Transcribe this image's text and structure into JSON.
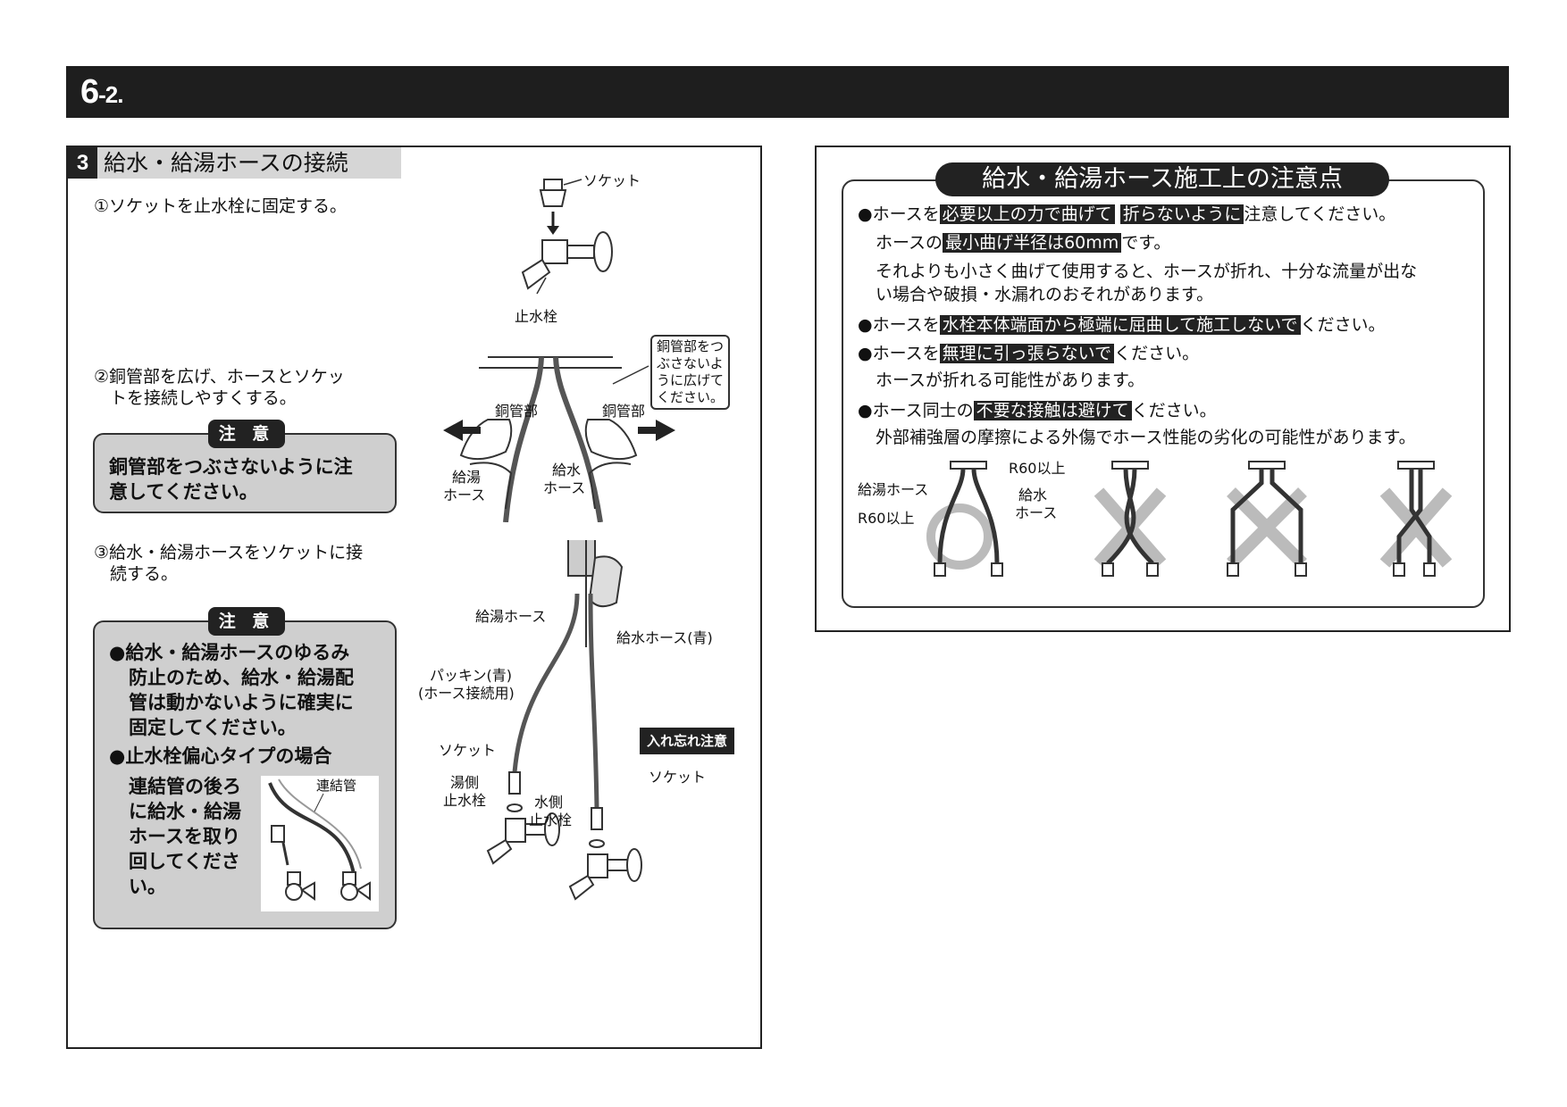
{
  "header": {
    "number": "6",
    "sub": "-2."
  },
  "left": {
    "section_num": "3",
    "section_title": "給水・給湯ホースの接続",
    "step1": "①ソケットを止水栓に固定する。",
    "step2_line1": "②銅管部を広げ、ホースとソケッ",
    "step2_line2": "トを接続しやすくする。",
    "step3_line1": "③給水・給湯ホースをソケットに接",
    "step3_line2": "続する。",
    "note1": {
      "tag": "注 意",
      "line1": "銅管部をつぶさないように注",
      "line2": "意してください。"
    },
    "note2": {
      "tag": "注 意",
      "lines": [
        "●給水・給湯ホースのゆるみ",
        "防止のため、給水・給湯配",
        "管は動かないように確実に",
        "固定してください。",
        "●止水栓偏心タイプの場合"
      ],
      "sub_lines": [
        "連結管の後ろ",
        "に給水・給湯",
        "ホースを取り",
        "回してくださ",
        "い。"
      ],
      "inset_label": "連結管"
    },
    "fig1": {
      "socket": "ソケット",
      "stop_valve": "止水栓"
    },
    "fig2": {
      "callout_lines": [
        "銅管部をつ",
        "ぶさないよ",
        "うに広げて",
        "ください。"
      ],
      "copper_left": "銅管部",
      "copper_right": "銅管部",
      "hot_hose_1": "給湯",
      "hot_hose_2": "ホース",
      "cold_hose_1": "給水",
      "cold_hose_2": "ホース"
    },
    "fig3": {
      "hot_hose": "給湯ホース",
      "cold_hose": "給水ホース(青)",
      "packing_1": "パッキン(青)",
      "packing_2": "(ホース接続用)",
      "socket_left": "ソケット",
      "hot_valve_1": "湯側",
      "hot_valve_2": "止水栓",
      "warning": "入れ忘れ注意",
      "socket_right": "ソケット",
      "cold_valve_1": "水側",
      "cold_valve_2": "止水栓"
    }
  },
  "right": {
    "title": "給水・給湯ホース施工上の注意点",
    "b1": {
      "pre": "●ホースを",
      "hl1": "必要以上の力で曲げて",
      "hl2": "折らないように",
      "post": "注意してください。"
    },
    "b1_sub1": {
      "pre": "ホースの",
      "hl": "最小曲げ半径は60mm",
      "post": "です。"
    },
    "b1_sub2": "それよりも小さく曲げて使用すると、ホースが折れ、十分な流量が出な",
    "b1_sub3": "い場合や破損・水漏れのおそれがあります。",
    "b2": {
      "pre": "●ホースを",
      "hl": "水栓本体端面から極端に屈曲して施工しないで",
      "post": "ください。"
    },
    "b3": {
      "pre": "●ホースを",
      "hl": "無理に引っ張らないで",
      "post": "ください。"
    },
    "b3_sub": "ホースが折れる可能性があります。",
    "b4": {
      "pre": "●ホース同士の",
      "hl": "不要な接触は避けて",
      "post": "ください。"
    },
    "b4_sub": "外部補強層の摩擦による外傷でホース性能の劣化の可能性があります。",
    "ill": {
      "r60_top": "R60以上",
      "hot_hose": "給湯ホース",
      "cold_1": "給水",
      "cold_2": "ホース",
      "r60_bottom": "R60以上"
    }
  }
}
